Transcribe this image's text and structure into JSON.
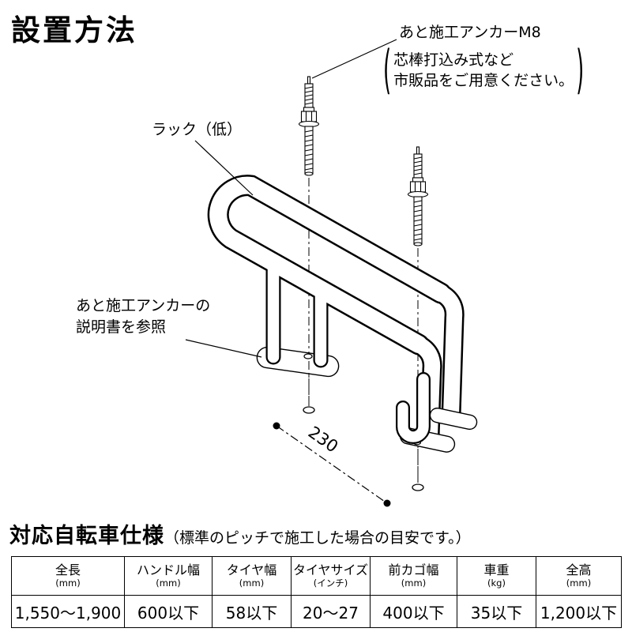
{
  "page": {
    "background": "#ffffff",
    "line_color": "#000000"
  },
  "title": "設置方法",
  "diagram": {
    "anchor_label": "あと施工アンカーM8",
    "anchor_note": {
      "open_paren": "(",
      "line1": "芯棒打込み式など",
      "line2": "市販品をご用意ください。",
      "close_paren": ")"
    },
    "rack_label": "ラック（低）",
    "reference_note": {
      "line1": "あと施工アンカーの",
      "line2": "説明書を参照"
    },
    "dimension_value": "230"
  },
  "spec_section": {
    "heading": "対応自転車仕様",
    "heading_note": "（標準のピッチで施工した場合の目安です。）",
    "table": {
      "columns": [
        {
          "label": "全長",
          "unit": "(mm)"
        },
        {
          "label": "ハンドル幅",
          "unit": "(mm)"
        },
        {
          "label": "タイヤ幅",
          "unit": "(mm)"
        },
        {
          "label": "タイヤサイズ",
          "unit": "(インチ)"
        },
        {
          "label": "前カゴ幅",
          "unit": "(mm)"
        },
        {
          "label": "車重",
          "unit": "(kg)"
        },
        {
          "label": "全高",
          "unit": "(mm)"
        }
      ],
      "values": [
        "1,550〜1,900",
        "600以下",
        "58以下",
        "20〜27",
        "400以下",
        "35以下",
        "1,200以下"
      ]
    }
  }
}
